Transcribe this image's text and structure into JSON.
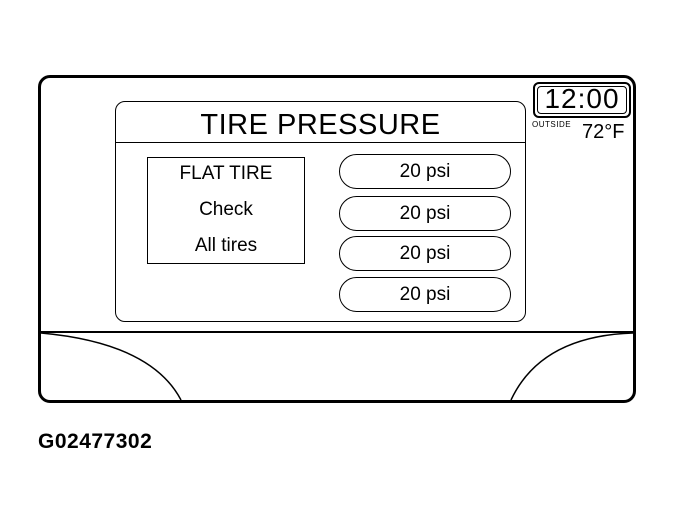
{
  "screen": {
    "title": "TIRE PRESSURE",
    "warning_lines": [
      "FLAT TIRE",
      "Check",
      "All tires"
    ],
    "tire_readings": [
      "20 psi",
      "20 psi",
      "20 psi",
      "20 psi"
    ]
  },
  "clock": {
    "time": "12:00",
    "outside_label": "OUTSIDE",
    "outside_temp": "72°F"
  },
  "figure_id": "G02477302"
}
